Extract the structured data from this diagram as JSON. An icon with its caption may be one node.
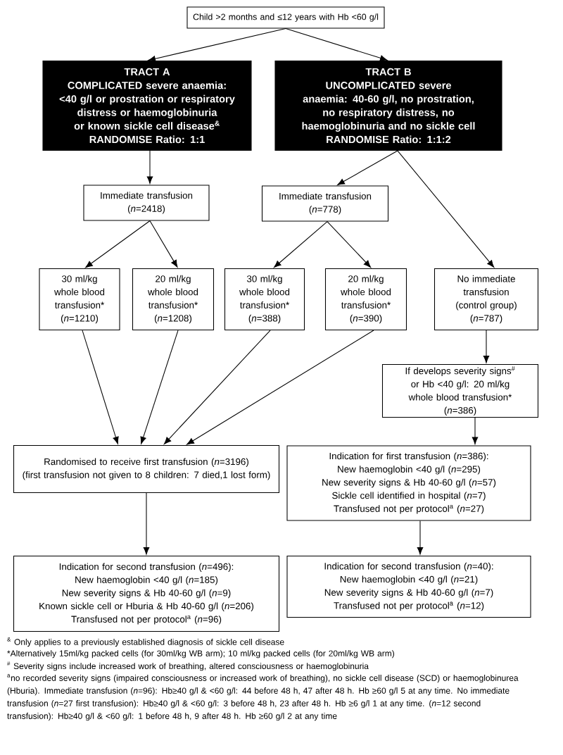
{
  "diagram": {
    "nodes": [
      {
        "text": [
          "Child >2 months and ≤12 years with Hb <60 g/l"
        ]
      },
      {
        "text": [
          "TRACT A",
          "COMPLICATED severe anaemia: <40 g/l or prostration or respiratory distress or haemoglobinuria or known sickle cell disease$^{&}$",
          "RANDOMISE Ratio: 1:1"
        ]
      },
      {
        "text": [
          "TRACT B",
          "UNCOMPLICATED severe anaemia: 40-60 g/l, no prostration, no respiratory distress, no haemoglobinuria and no sickle cell",
          "RANDOMISE Ratio: 1:1:2"
        ]
      },
      {
        "text": [
          "Immediate transfusion",
          "(*n*=2418)"
        ]
      },
      {
        "text": [
          "30 ml/kg whole blood transfusion*",
          "(*n*=1210)"
        ]
      },
      {
        "text": [
          "20 ml/kg whole blood transfusion*",
          "(*n*=1208)"
        ]
      },
      {
        "text": [
          "Immediate transfusion",
          "(*n*=778)"
        ]
      },
      {
        "text": [
          "30 ml/kg whole blood transfusion*",
          "(*n*=388)"
        ]
      },
      {
        "text": [
          "20 ml/kg whole blood transfusion*",
          "(*n*=390)"
        ]
      },
      {
        "text": [
          "No immediate transfusion (control group)",
          "(*n*=787)"
        ]
      },
      {
        "text": [
          "If develops severity signs$^{#}$ or Hb <40 g/l: 20 ml/kg whole blood transfusion*",
          "(*n*=386)"
        ]
      },
      {
        "text": [
          "Randomised to receive first transfusion (*n*=3196)",
          "(first transfusion not given to 8 children: 7 died,1 lost form)"
        ]
      },
      {
        "text": [
          "Indication for first transfusion (*n*=386):",
          "New haemoglobin <40 g/l (*n*=295)",
          "New severity signs & Hb 40-60 g/l (*n*=57)",
          "Sickle cell identified in hospital (*n*=7)",
          "Transfused not per protocol$^{a}$ (*n*=27)"
        ]
      },
      {
        "text": [
          "Indication for second transfusion (*n*=496):",
          "New haemoglobin <40 g/l (*n*=185)",
          "New severity signs & Hb 40-60 g/l (*n*=9)",
          "Known sickle cell or Hburia & Hb 40-60 g/l (*n*=206)",
          "Transfused not per protocol$^{a}$ (*n*=96)"
        ]
      },
      {
        "text": [
          "Indication for second transfusion (*n*=40):",
          "New haemoglobin <40 g/l (*n*=21)",
          "New severity signs & Hb 40-60 g/l (*n*=7)",
          "Transfused not per protocol$^{a}$ (*n*=12)"
        ]
      }
    ],
    "edges": [
      {
        "from": 0,
        "to": 1,
        "arrow": "to"
      },
      {
        "from": 0,
        "to": 2,
        "arrow": "to"
      },
      {
        "from": 1,
        "to": 3,
        "arrow": "to"
      },
      {
        "from": 2,
        "to": 6,
        "arrow": "to"
      },
      {
        "from": 2,
        "to": 9,
        "arrow": "to"
      },
      {
        "from": 3,
        "to": 4,
        "arrow": "to"
      },
      {
        "from": 3,
        "to": 5,
        "arrow": "to"
      },
      {
        "from": 6,
        "to": 7,
        "arrow": "to"
      },
      {
        "from": 6,
        "to": 8,
        "arrow": "to"
      },
      {
        "from": 4,
        "to": 11,
        "arrow": "to"
      },
      {
        "from": 5,
        "to": 11,
        "arrow": "to"
      },
      {
        "from": 7,
        "to": 11,
        "arrow": "to"
      },
      {
        "from": 8,
        "to": 11,
        "arrow": "to"
      },
      {
        "from": 9,
        "to": 10,
        "arrow": "to"
      },
      {
        "from": 10,
        "to": 12,
        "arrow": "to"
      },
      {
        "from": 11,
        "to": 13,
        "arrow": "to"
      },
      {
        "from": 12,
        "to": 14,
        "arrow": "to"
      }
    ],
    "labels": [
      "$^{&}$ Only applies to a previously established diagnosis of sickle cell disease",
      "*Alternatively 15ml/kg packed cells (for 30ml/kg WB arm); 10 ml/kg packed cells (for 20ml/kg WB arm)",
      "$^{#}$ Severity signs include increased work of breathing, altered consciousness or haemoglobinuria",
      "$^{a}$no recorded severity signs (impaired consciousness or increased work of breathing), no sickle cell disease (SCD) or haemoglobinurea (Hburia). Immediate transfusion (*n*=96): Hb≥40 g/l & <60 g/l: 44 before 48 h, 47 after 48 h. Hb ≥60 g/l 5 at any time. No immediate transfusion (*n*=27 first transfusion): Hb≥40 g/l & <60 g/l: 3 before 48 h, 23 after 48 h. Hb ≥6 g/l 1 at any time. (*n*=12 second transfusion): Hb≥40 g/l & <60 g/l: 1 before 48 h, 9 after 48 h. Hb ≥60 g/l 2 at any time"
    ]
  }
}
